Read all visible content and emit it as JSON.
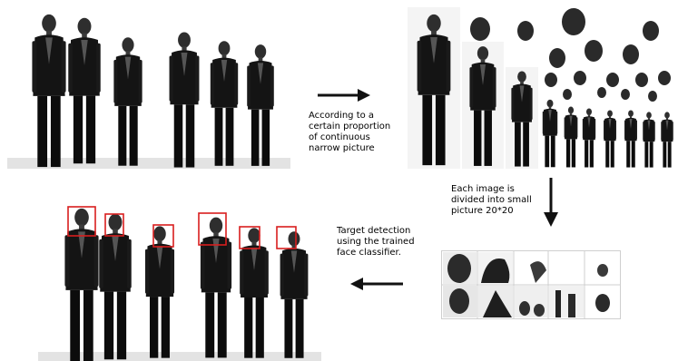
{
  "steps": [
    {
      "caption": "According to a\ncertain proportion\nof continuous\nnarrow picture"
    },
    {
      "caption": "Each image is\ndivided into small\npicture 20*20"
    },
    {
      "caption": "Target detection\nusing the trained\nface classifier."
    }
  ],
  "colors": {
    "detection_box": "#d81e1e",
    "arrow": "#111111",
    "floor": "#d9d9d9"
  },
  "icons": [
    "arrow-right-icon",
    "arrow-down-icon",
    "arrow-left-icon"
  ]
}
